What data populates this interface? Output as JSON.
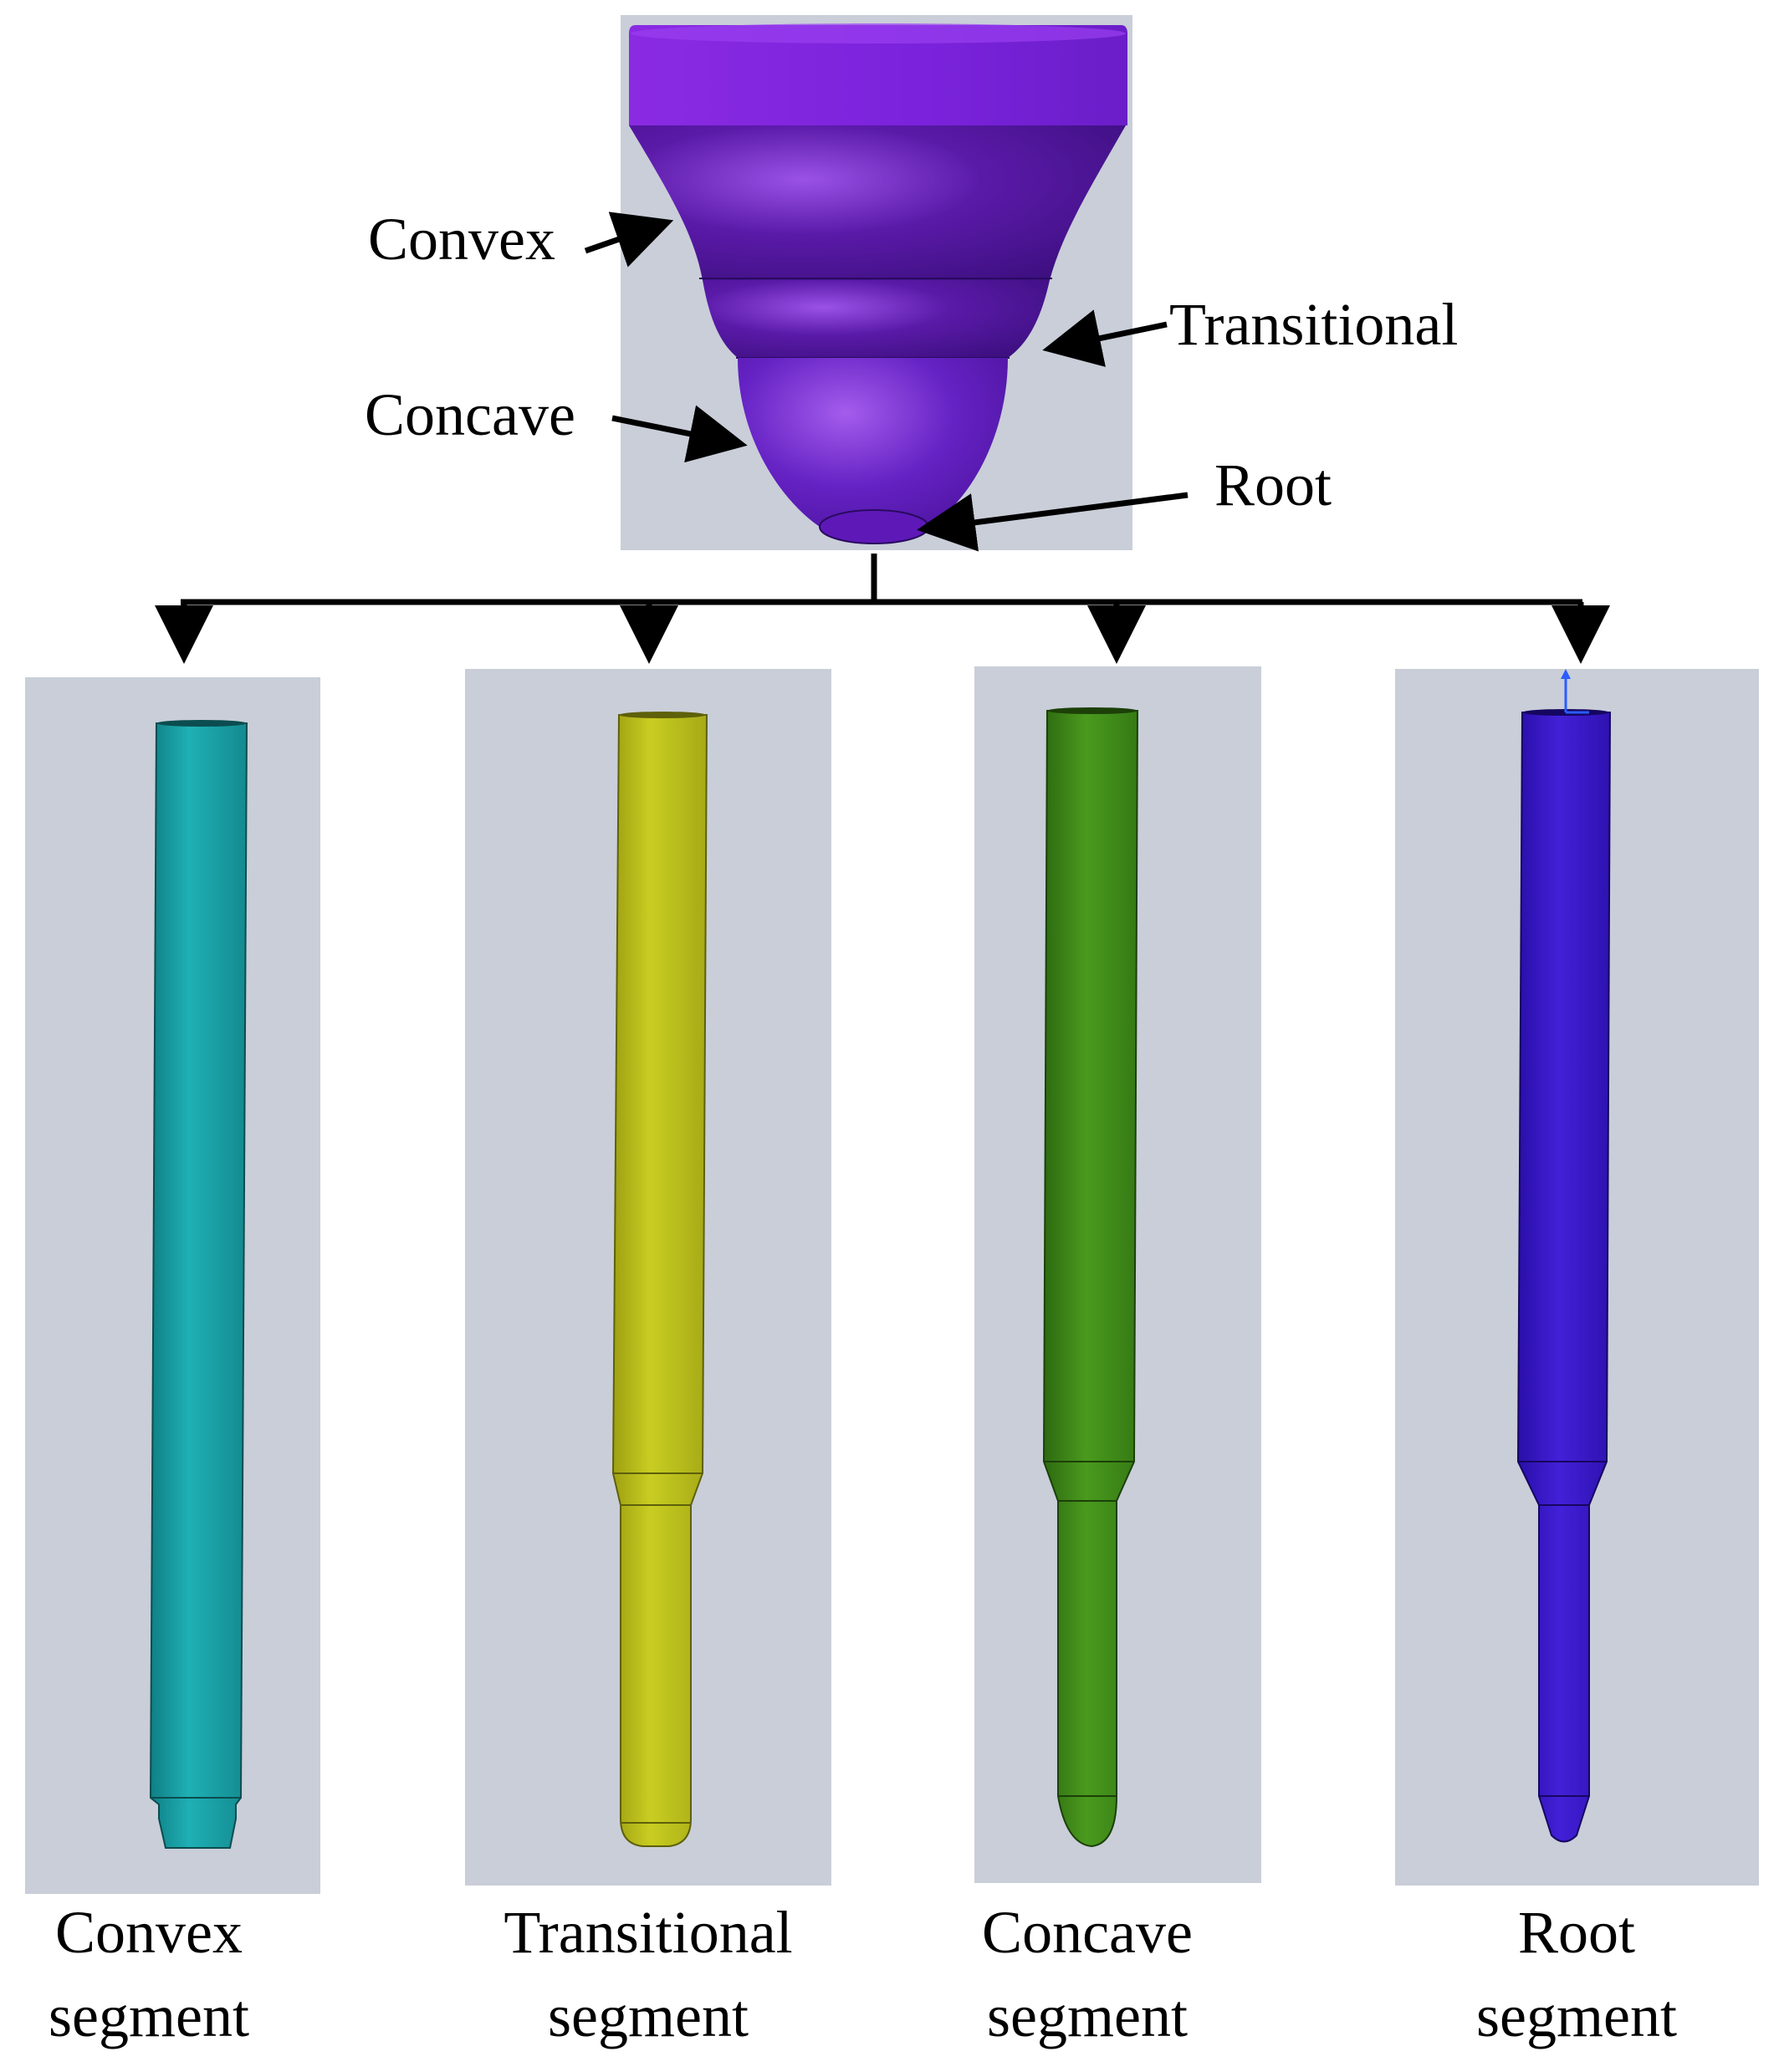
{
  "colors": {
    "panel_bg": "#c9ced9",
    "tool_purple": "#6a1fd0",
    "convex_teal": "#1aa3a8",
    "transitional_yellow": "#bdc21c",
    "concave_green": "#3f8f1a",
    "root_blue": "#3a1ad0",
    "arrow": "#000000"
  },
  "top_labels": {
    "convex": "Convex",
    "transitional": "Transitional",
    "concave": "Concave",
    "root": "Root"
  },
  "segments": [
    {
      "line1": "Convex",
      "line2": "segment"
    },
    {
      "line1": "Transitional",
      "line2": "segment"
    },
    {
      "line1": "Concave",
      "line2": "segment"
    },
    {
      "line1": "Root",
      "line2": "segment"
    }
  ]
}
